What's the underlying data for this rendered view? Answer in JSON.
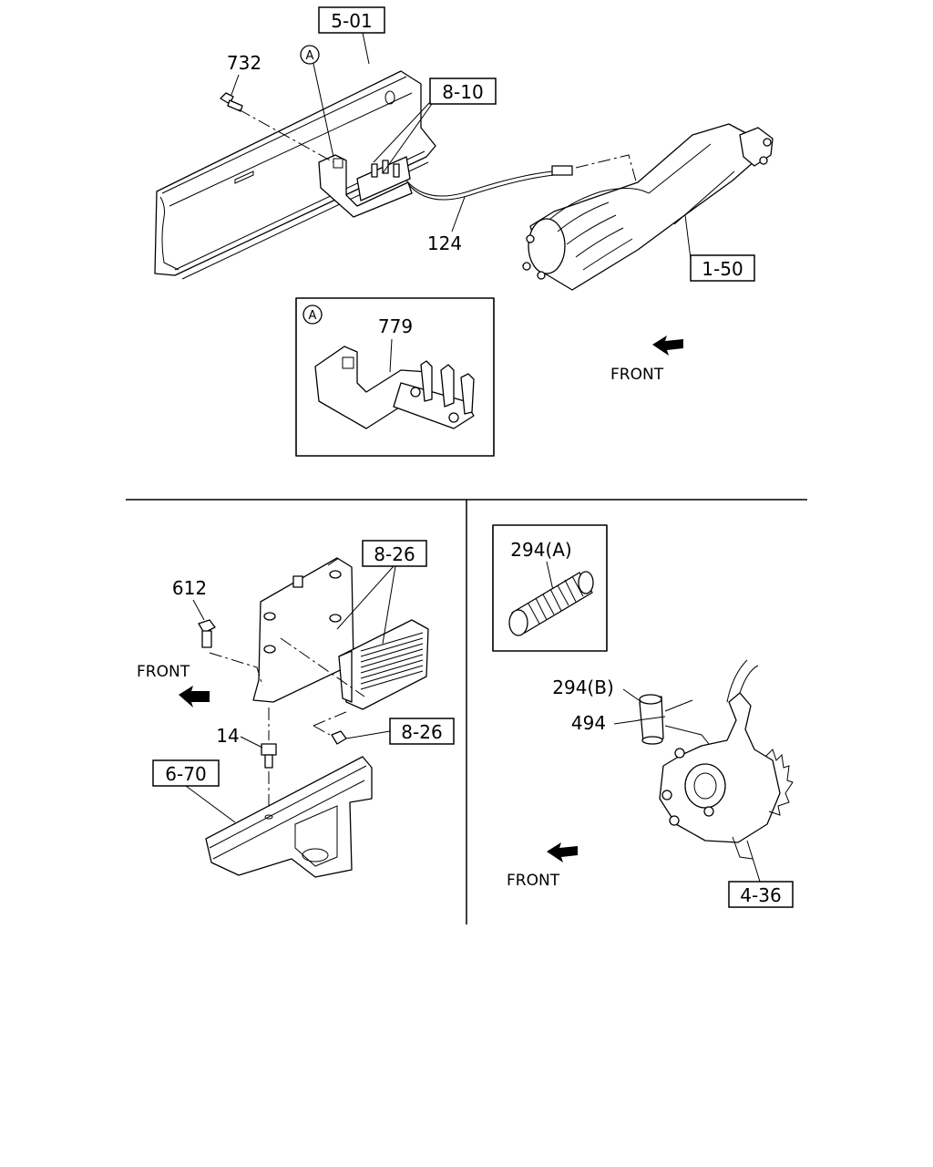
{
  "top_section": {
    "refs": {
      "r_5_01": "5-01",
      "r_8_10": "8-10",
      "r_1_50": "1-50"
    },
    "parts": {
      "p732": "732",
      "p124": "124",
      "p779": "779"
    },
    "detail_marker": "A",
    "inset_marker": "A",
    "front_label": "FRONT"
  },
  "bottom_left": {
    "refs": {
      "r_8_26_top": "8-26",
      "r_8_26_nut": "8-26",
      "r_6_70": "6-70"
    },
    "parts": {
      "p612": "612",
      "p14": "14"
    },
    "front_label": "FRONT"
  },
  "bottom_right": {
    "refs": {
      "r_4_36": "4-36"
    },
    "parts": {
      "p294a": "294(A)",
      "p294b": "294(B)",
      "p494": "494"
    },
    "front_label": "FRONT"
  }
}
